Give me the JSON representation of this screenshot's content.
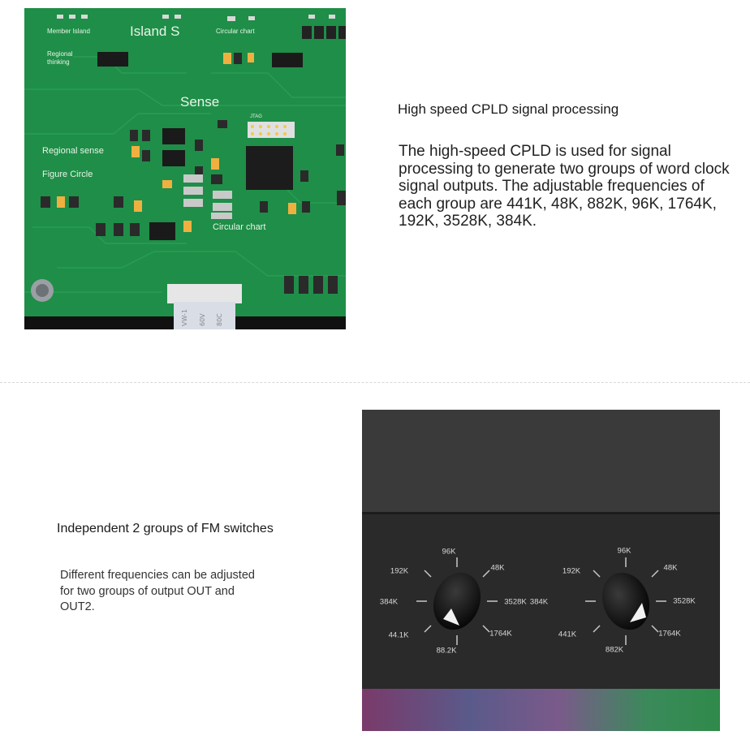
{
  "pcb": {
    "labels": {
      "member_island": "Member Island",
      "island_s": "Island S",
      "circular_chart_top": "Circular chart",
      "regional_thinking": "Regional\nthinking",
      "sense": "Sense",
      "regional_sense": "Regional sense",
      "figure_circle": "Figure Circle",
      "circular_chart_bottom": "Circular chart",
      "jtag": "JTAG"
    }
  },
  "cpld": {
    "title": "High speed CPLD signal processing",
    "description": "The high-speed CPLD is used for signal processing to generate two groups of word clock signal outputs. The adjustable frequencies of each group are 441K, 48K, 882K, 96K, 1764K, 192K, 3528K, 384K."
  },
  "fm": {
    "title": "Independent 2 groups of FM switches",
    "description": "Different frequencies can be adjusted for two groups of output OUT and OUT2."
  },
  "device": {
    "knob1": {
      "top": "96K",
      "upper_left": "192K",
      "upper_right": "48K",
      "left": "384K",
      "right": "3528K",
      "lower_left": "44.1K",
      "lower_right": "1764K",
      "bottom": "88.2K"
    },
    "knob2": {
      "top": "96K",
      "upper_left": "192K",
      "upper_right": "48K",
      "left": "384K",
      "right": "3528K",
      "lower_left": "441K",
      "lower_right": "1764K",
      "bottom": "882K"
    }
  }
}
